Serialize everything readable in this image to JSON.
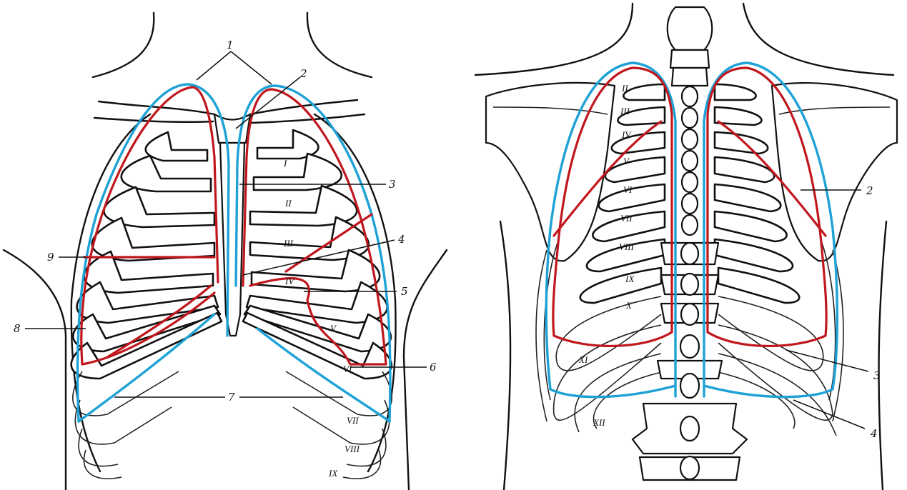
{
  "figure": {
    "panels": [
      {
        "view": "anterior",
        "callouts": [
          "1",
          "2",
          "3",
          "4",
          "5",
          "6",
          "7",
          "8",
          "9"
        ],
        "rib_labels": [
          "I",
          "II",
          "III",
          "IV",
          "V",
          "VI",
          "VII",
          "VIII",
          "IX"
        ]
      },
      {
        "view": "posterior",
        "callouts": [
          "2",
          "3",
          "4"
        ],
        "rib_labels": [
          "II",
          "III",
          "IV",
          "V",
          "VI",
          "VII",
          "VIII",
          "IX",
          "X",
          "XI",
          "XII"
        ]
      }
    ],
    "colors": {
      "pleura_boundary": "#1ea2d6",
      "lung_boundary": "#c0171d",
      "outline": "#111111"
    }
  }
}
